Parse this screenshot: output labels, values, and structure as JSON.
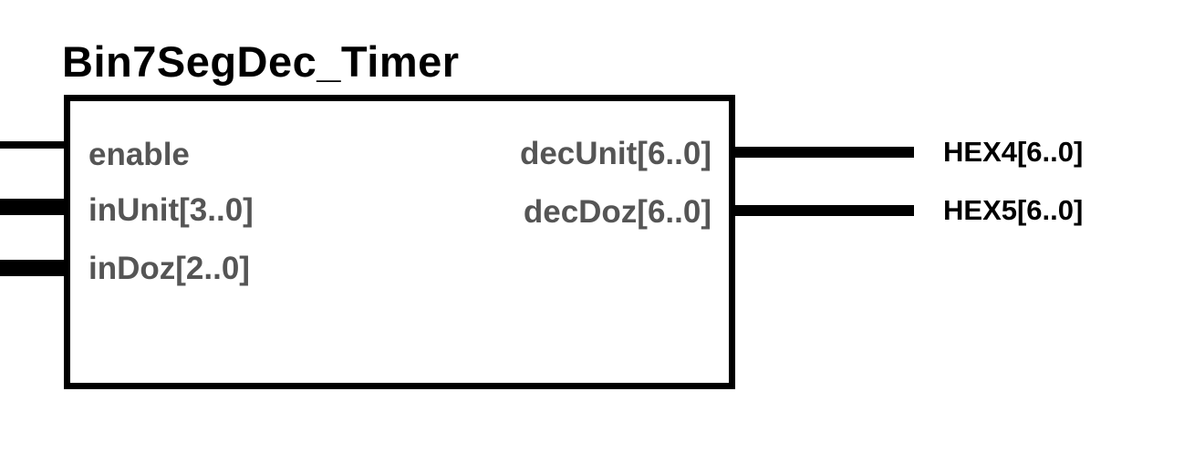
{
  "block": {
    "title": "Bin7SegDec_Timer"
  },
  "inputs": [
    {
      "label": "enable",
      "bus": false
    },
    {
      "label": "inUnit[3..0]",
      "bus": true
    },
    {
      "label": "inDoz[2..0]",
      "bus": true
    }
  ],
  "outputs": [
    {
      "label": "decUnit[6..0]",
      "pin": "HEX4[6..0]"
    },
    {
      "label": "decDoz[6..0]",
      "pin": "HEX5[6..0]"
    }
  ],
  "colors": {
    "wire": "#000000",
    "port_text": "#555555",
    "pin_text": "#000000"
  }
}
